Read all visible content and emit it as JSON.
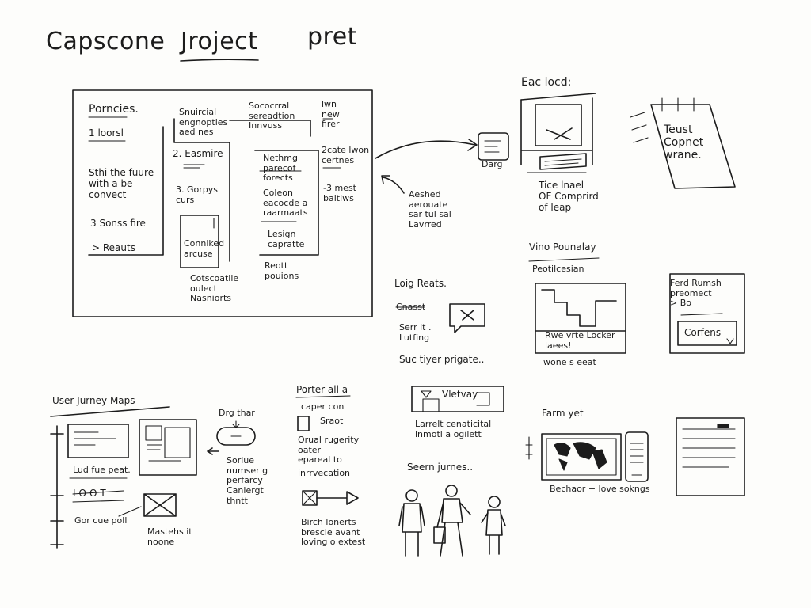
{
  "title": {
    "word1": "Capscone",
    "word2": "Jroject",
    "word3": "pret"
  },
  "board": {
    "col1": {
      "heading": "Porncies.",
      "item1": "1 loorsl",
      "para": "Sthi the fuure\nwith a be\nconvect",
      "item3": "3 Sonss fire",
      "item4": "> Reauts"
    },
    "col2": {
      "top": "Snuircial\nengnoptles\naed nes",
      "item2": "2. Easmire",
      "item3": "3. Gorpys\ncurs",
      "box": "Conniked\narcuse",
      "bottom": "Cotscoatile\noulect\nNasniorts"
    },
    "col3": {
      "top": "Sococrral\nsereadtion\nInnvuss",
      "box1": "Nethmg\nparecof\nforects",
      "box2": "Coleon\neacocde a\nraarmaats",
      "box3": "Lesign\ncapratte",
      "bottom": "Reott\npouions"
    },
    "col4": {
      "top": "lwn\nnew\nfirer",
      "item2": "2cate lwon\ncertnes",
      "item3": "-3 mest\nbaltiws"
    }
  },
  "device_note": {
    "label": "Darg"
  },
  "arrow_note": {
    "text": "Aeshed\naerouate\nsar tul sal\nLavrred"
  },
  "top_right": {
    "title": "Eac locd:",
    "caption": "Tice lnael\nOF Comprird\nof leap",
    "paper": "Teust\nCopnet\nwrane."
  },
  "mid_center": {
    "title": "Loig Reats.",
    "label": "Cnasst",
    "desc": "Serr it .\nLutfing",
    "bottom": "Suc tiyer prigate.."
  },
  "mid_right": {
    "title": "Vino Pounalay",
    "subtitle": "Peotilcesian",
    "screen_text": "Rwe vrte Locker\nlaees!",
    "caption": "wone s eeat",
    "card_title": "Ferd Rumsh\npreomect\n> Bo",
    "card_button": "Corfens"
  },
  "journey": {
    "title": "User Jurney Maps",
    "caption1": "Lud fue peat.",
    "icons_label": "IOOT",
    "caption2": "Gor cue poll",
    "box_caption": "Mastehs it\nnoone",
    "drag": "Drg thar",
    "annot": "Sorlue\nnumser g\nperfarcy\nCanlergt\nthntt"
  },
  "poster": {
    "title": "Porter all a",
    "sub": "caper con",
    "smart": "Sraot",
    "desc": "Orual rugerity\noater\nepareal to",
    "intro": "inrrvecation",
    "bottom": "Birch lonerts\nbrescle avant\nloving o extest"
  },
  "bottom_center": {
    "box_label": "Vletvay",
    "caption": "Larrelt cenaticital\nlnmotl a ogilett",
    "journeys": "Seern jurnes.."
  },
  "bottom_right": {
    "title": "Farm yet",
    "caption": "Bechaor + love sokngs"
  }
}
